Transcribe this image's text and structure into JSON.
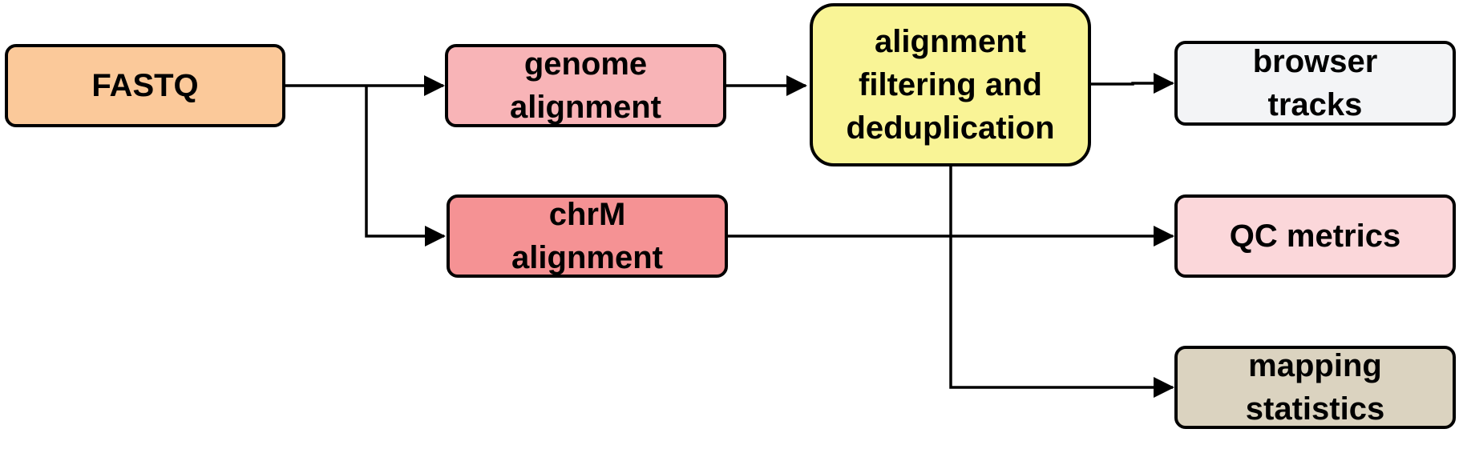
{
  "nodes": {
    "fastq": {
      "lines": [
        "FASTQ"
      ],
      "color": "#fbc99a"
    },
    "genome_alignment": {
      "lines": [
        "genome",
        "alignment"
      ],
      "color": "#f8b4b7"
    },
    "chrm_alignment": {
      "lines": [
        "chrM",
        "alignment"
      ],
      "color": "#f59294"
    },
    "alignment_filtering": {
      "lines": [
        "alignment",
        "filtering and",
        "deduplication"
      ],
      "color": "#f9f496"
    },
    "browser_tracks": {
      "lines": [
        "browser",
        "tracks"
      ],
      "color": "#f3f4f6"
    },
    "qc_metrics": {
      "lines": [
        "QC metrics"
      ],
      "color": "#fbd7da"
    },
    "mapping_statistics": {
      "lines": [
        "mapping",
        "statistics"
      ],
      "color": "#dbd3c0"
    }
  },
  "edges": [
    {
      "from": "FASTQ",
      "to": "genome alignment"
    },
    {
      "from": "FASTQ",
      "to": "chrM alignment"
    },
    {
      "from": "genome alignment",
      "to": "alignment filtering and deduplication"
    },
    {
      "from": "alignment filtering and deduplication",
      "to": "browser tracks"
    },
    {
      "from": "alignment filtering and deduplication",
      "to": "mapping statistics"
    },
    {
      "from": "chrM alignment",
      "to": "QC metrics"
    }
  ]
}
